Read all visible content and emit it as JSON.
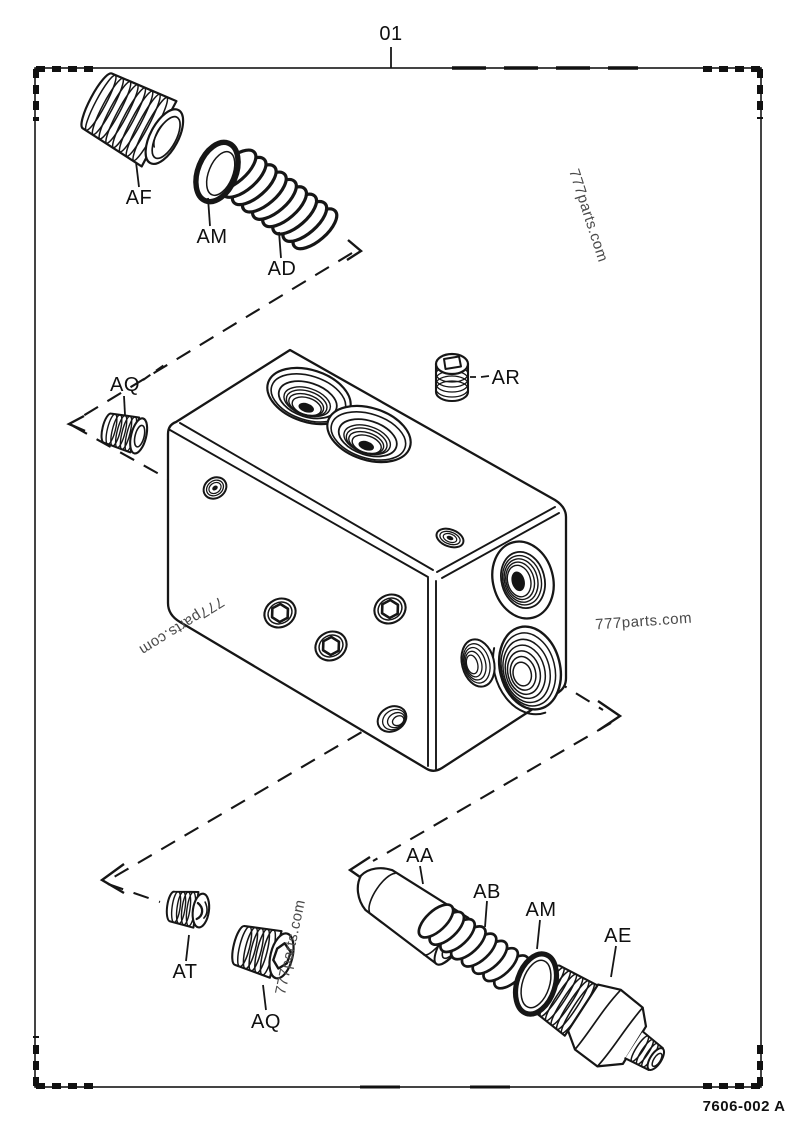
{
  "figure": {
    "callout": "01",
    "drawing_ref": "7606-002 A"
  },
  "watermark": "777parts.com",
  "part_labels": {
    "af": "AF",
    "am_top": "AM",
    "ad": "AD",
    "aq_top": "AQ",
    "ar": "AR",
    "aa": "AA",
    "ab": "AB",
    "am_bottom": "AM",
    "ae": "AE",
    "at": "AT",
    "aq_bottom": "AQ"
  }
}
